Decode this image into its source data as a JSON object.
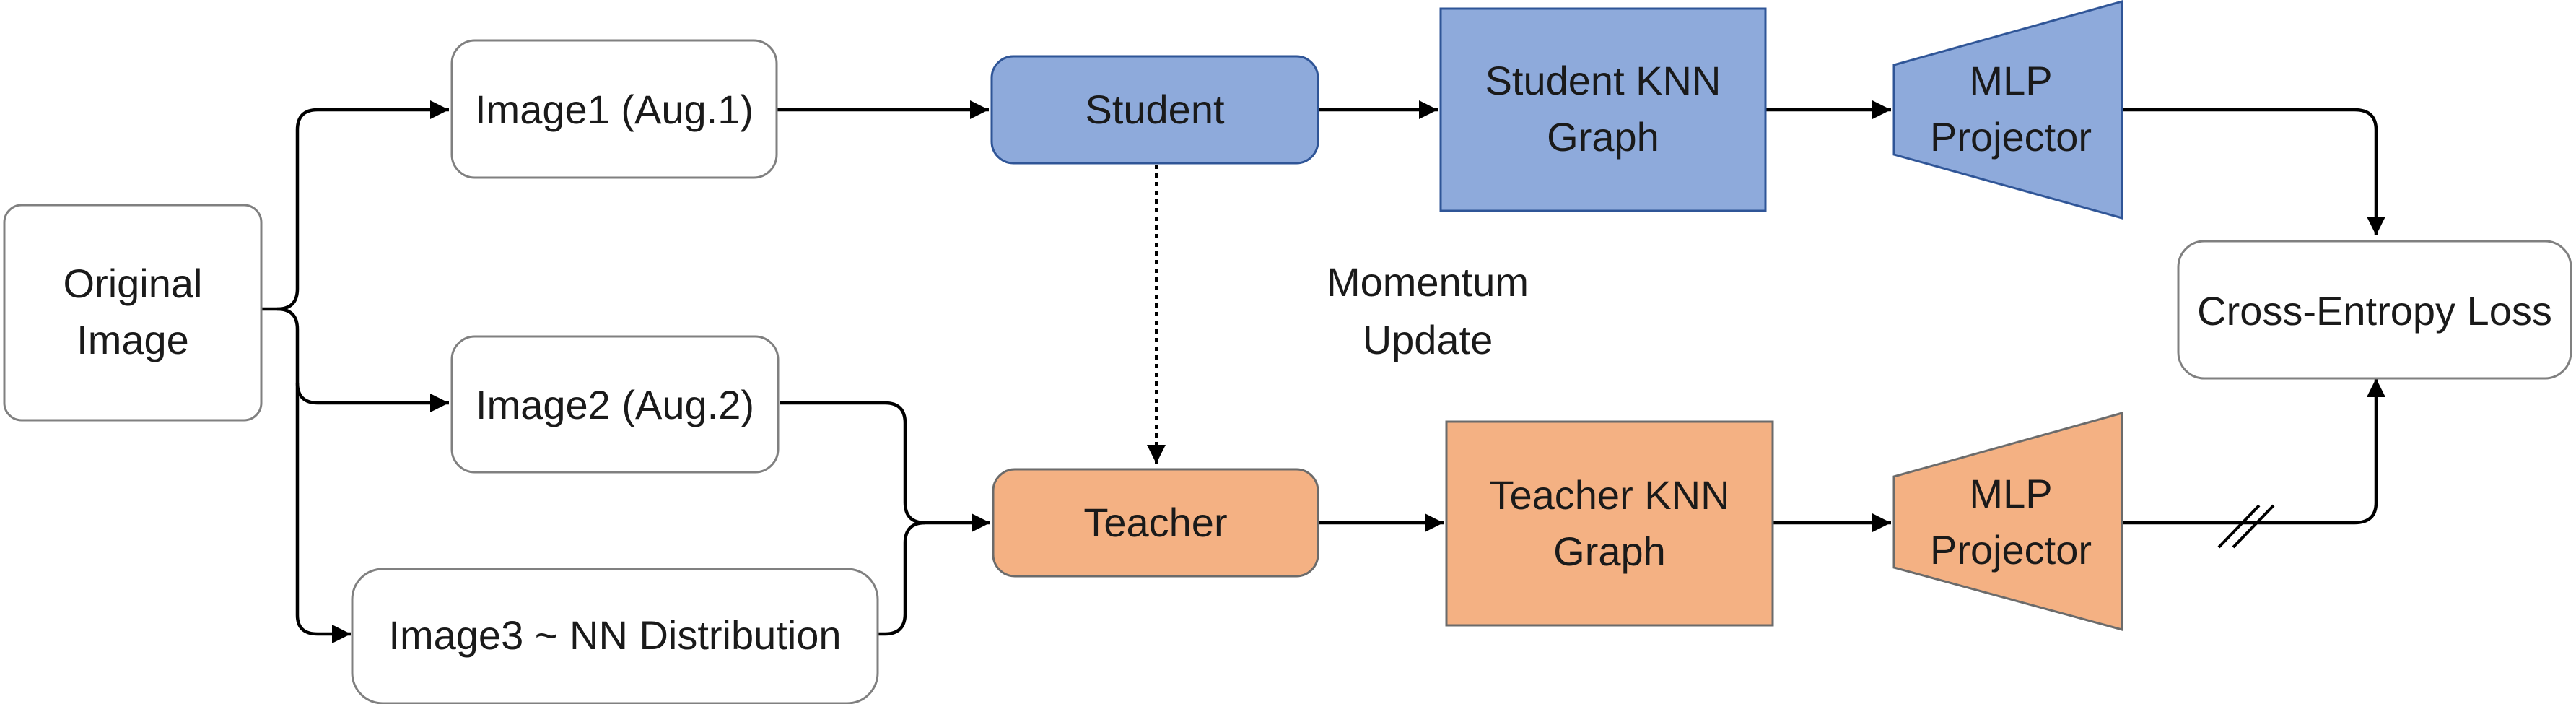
{
  "nodes": {
    "original_image": [
      "Original",
      "Image"
    ],
    "image1": "Image1 (Aug.1)",
    "image2": "Image2 (Aug.2)",
    "image3": "Image3 ~ NN Distribution",
    "student": "Student",
    "teacher": "Teacher",
    "student_knn": [
      "Student KNN",
      "Graph"
    ],
    "teacher_knn": [
      "Teacher KNN",
      "Graph"
    ],
    "mlp_top": [
      "MLP",
      "Projector"
    ],
    "mlp_bottom": [
      "MLP",
      "Projector"
    ],
    "loss": "Cross-Entropy Loss"
  },
  "edge_labels": {
    "momentum_update": [
      "Momentum",
      "Update"
    ]
  },
  "colors": {
    "student_fill": "#8eaadb",
    "teacher_fill": "#f4b183",
    "neutral_fill": "#ffffff"
  }
}
